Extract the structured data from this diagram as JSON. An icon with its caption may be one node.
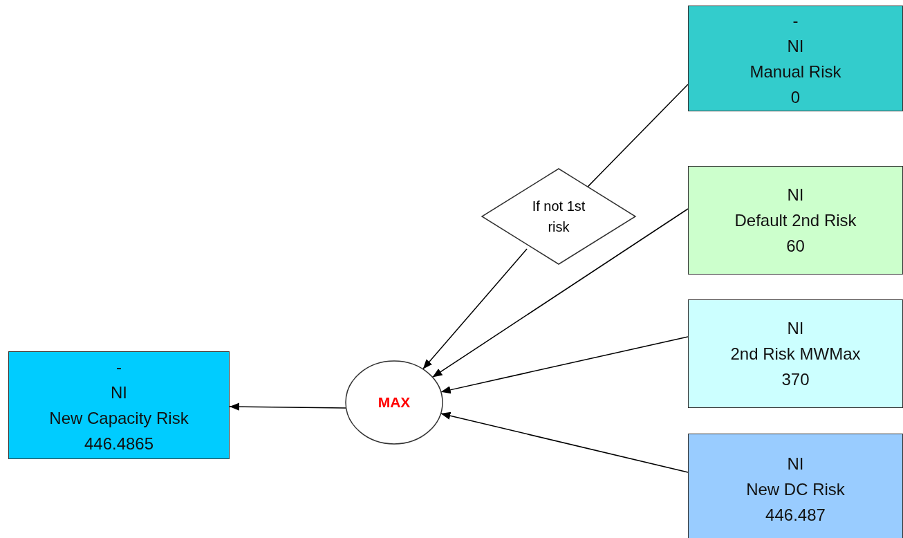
{
  "diagram": {
    "nodes": [
      {
        "text": [
          "-",
          "NI",
          "Manual Risk",
          "0"
        ]
      },
      {
        "text": [
          "If not 1st risk"
        ]
      },
      {
        "text": [
          "NI",
          "Default 2nd Risk",
          "60"
        ]
      },
      {
        "text": [
          "NI",
          "2nd Risk MWMax",
          "370"
        ]
      },
      {
        "text": [
          "NI",
          "New DC Risk",
          "446.487"
        ]
      },
      {
        "text": [
          "MAX"
        ]
      },
      {
        "text": [
          "-",
          "NI",
          "New Capacity Risk",
          "446.4865"
        ]
      }
    ],
    "edges": [
      {
        "from": 0,
        "to": 1,
        "arrow": "none"
      },
      {
        "from": 1,
        "to": 5,
        "arrow": "to"
      },
      {
        "from": 2,
        "to": 5,
        "arrow": "to"
      },
      {
        "from": 3,
        "to": 5,
        "arrow": "to"
      },
      {
        "from": 4,
        "to": 5,
        "arrow": "to"
      },
      {
        "from": 5,
        "to": 6,
        "arrow": "to"
      }
    ]
  }
}
